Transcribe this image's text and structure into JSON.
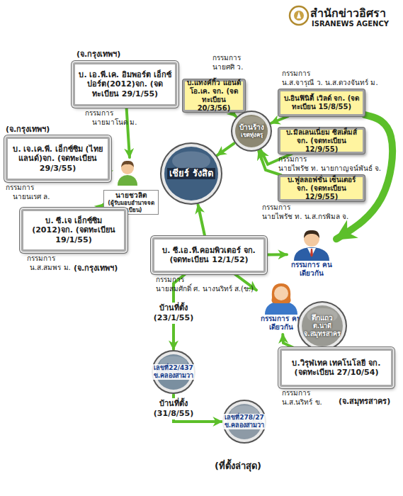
{
  "diagram": {
    "title": "สำนักข่าวอิศรา",
    "nodes": [
      {
        "text": [
          "บ. เอ.พี.เค. อิมพอร์ต เอ็กซ์ปอร์ต(2012)จก. (จดทะเบียน 29/1/55)"
        ]
      },
      {
        "text": [
          "บ.แทงค์กิ้ว แอนด์ โอ.เค. จก. (จดทะเบียน 20/3/56)"
        ]
      },
      {
        "text": [
          "บ.อินฟินิตี้ เวิลด์ จก. (จดทะเบียน 15/8/55)"
        ]
      },
      {
        "text": [
          "บ้านร้าง",
          "เขตทุ่งครุ"
        ]
      },
      {
        "text": [
          "บ.มิลเลนเนี่ยม ซิสเต็มส์ จก. (จดทะเบียน 12/9/55)"
        ]
      },
      {
        "text": [
          "บ.ฟูลลอฟชั่น เซ็นเตอร์ จก. (จดทะเบียน 12/9/55)"
        ]
      },
      {
        "text": [
          "บ. เจ.เค.พี. เอ็กซ์ซิม (ไทยแลนด์)จก. (จดทะเบียน 29/3/55)"
        ]
      },
      {
        "text": [
          "นายชวลิต",
          "(ผู้รับมอบอำนาจจดทะเบียน)"
        ]
      },
      {
        "text": [
          "เชียร์ รังสิต"
        ]
      },
      {
        "text": [
          "บ. ซี.เจ เอ็กซ์ซิม (2012)จก. (จดทะเบียน 19/1/55)"
        ]
      },
      {
        "text": [
          "บ. ซี.เอ.ที.คอมพิวเตอร์ จก. (จดทะเบียน 12/1/52)"
        ]
      },
      {
        "text": [
          "กรรมการ คนเดียวกัน"
        ]
      },
      {
        "text": [
          "กรรมการ คนเดียวกัน"
        ]
      },
      {
        "text": [
          "ตึกแถว",
          "ต.นาดี",
          "จ.สมุทรสาคร"
        ]
      },
      {
        "text": [
          "บ.วิรุฬเทค เทคโนโลยี จก. (จดทะเบียน 27/10/54)"
        ]
      },
      {
        "text": [
          "เลขที่22/437",
          "ข.คลองสามวา"
        ]
      },
      {
        "text": [
          "เลขที่278/27",
          "ข.คลองสามวา"
        ]
      }
    ],
    "edges": [
      {
        "from": 0,
        "to": 7,
        "arrow": "to"
      },
      {
        "from": 6,
        "to": 7,
        "arrow": "to"
      },
      {
        "from": 9,
        "to": 7,
        "arrow": "to"
      },
      {
        "from": 1,
        "to": 3,
        "arrow": "to"
      },
      {
        "from": 2,
        "to": 3,
        "arrow": "to"
      },
      {
        "from": 4,
        "to": 3,
        "arrow": "to"
      },
      {
        "from": 5,
        "to": 3,
        "arrow": "to"
      },
      {
        "from": 3,
        "to": 8,
        "arrow": "to"
      },
      {
        "from": 10,
        "to": 8,
        "arrow": "to"
      },
      {
        "from": 2,
        "to": 11,
        "arrow": "to"
      },
      {
        "from": 10,
        "to": 11,
        "arrow": "to"
      },
      {
        "from": 10,
        "to": 12,
        "arrow": "to"
      },
      {
        "from": 14,
        "to": 12,
        "arrow": "to"
      },
      {
        "from": 10,
        "to": 15,
        "label": "บ้านที่ตั้ง (23/1/55)",
        "arrow": "to"
      },
      {
        "from": 15,
        "to": 16,
        "label": "บ้านที่ตั้ง (31/8/55)",
        "arrow": "to"
      }
    ],
    "labels": [
      "ISRANEWS AGENCY",
      "(จ.กรุงเทพฯ)",
      "กรรมการ",
      "นายมาโนด ม.",
      "กรรมการ",
      "นายศศิ ว.",
      "กรรมการ",
      "น.ส.จารุณี ว. น.ส.ดวงจันทร์ ม.",
      "(จ.กรุงเทพฯ)",
      "กรรมการ",
      "นายนเรศ ล.",
      "กรรมการ",
      "นายไพรัช ท. นายกาญจน์พันธ์ จ.",
      "กรรมการ",
      "นายไพรัช ท. น.ส.กรพิมล จ.",
      "กรรมการ",
      "น.ส.สมพร ม.",
      "(จ.กรุงเทพฯ)",
      "กรรมการ",
      "นายสมศักดิ์ ศ. นางนริทร์ ส.(ข.)",
      "กรรมการ",
      "น.ส.นริทร์ ข.",
      "(จ.สมุทรสาคร)",
      "(ที่ตั้งล่าสุด)"
    ]
  }
}
